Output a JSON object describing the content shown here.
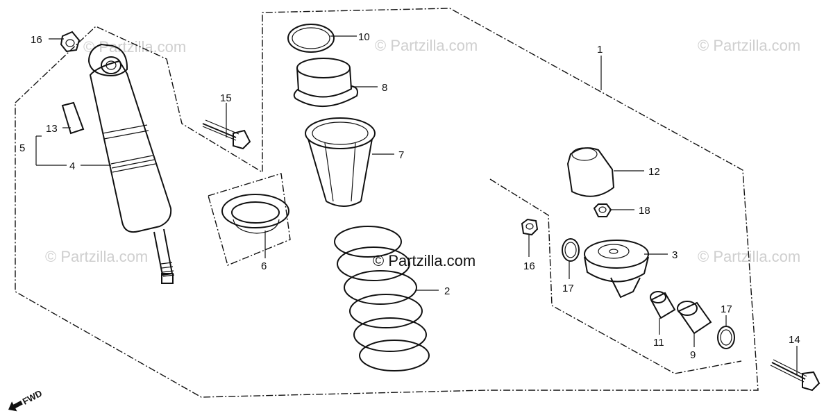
{
  "callouts": {
    "c1": "1",
    "c2": "2",
    "c3": "3",
    "c4": "4",
    "c5": "5",
    "c6": "6",
    "c7": "7",
    "c8": "8",
    "c9": "9",
    "c10": "10",
    "c11": "11",
    "c12": "12",
    "c13": "13",
    "c14": "14",
    "c15": "15",
    "c16a": "16",
    "c16b": "16",
    "c17a": "17",
    "c17b": "17",
    "c18": "18"
  },
  "watermarks": {
    "w1": "© Partzilla.com",
    "w2": "© Partzilla.com",
    "w3": "© Partzilla.com",
    "w4": "© Partzilla.com",
    "w5": "© Partzilla.com",
    "center": "© Partzilla.com"
  },
  "direction_badge": "FWD",
  "icons": {
    "direction": "fwd-arrow-icon",
    "copyright": "copyright-icon"
  }
}
